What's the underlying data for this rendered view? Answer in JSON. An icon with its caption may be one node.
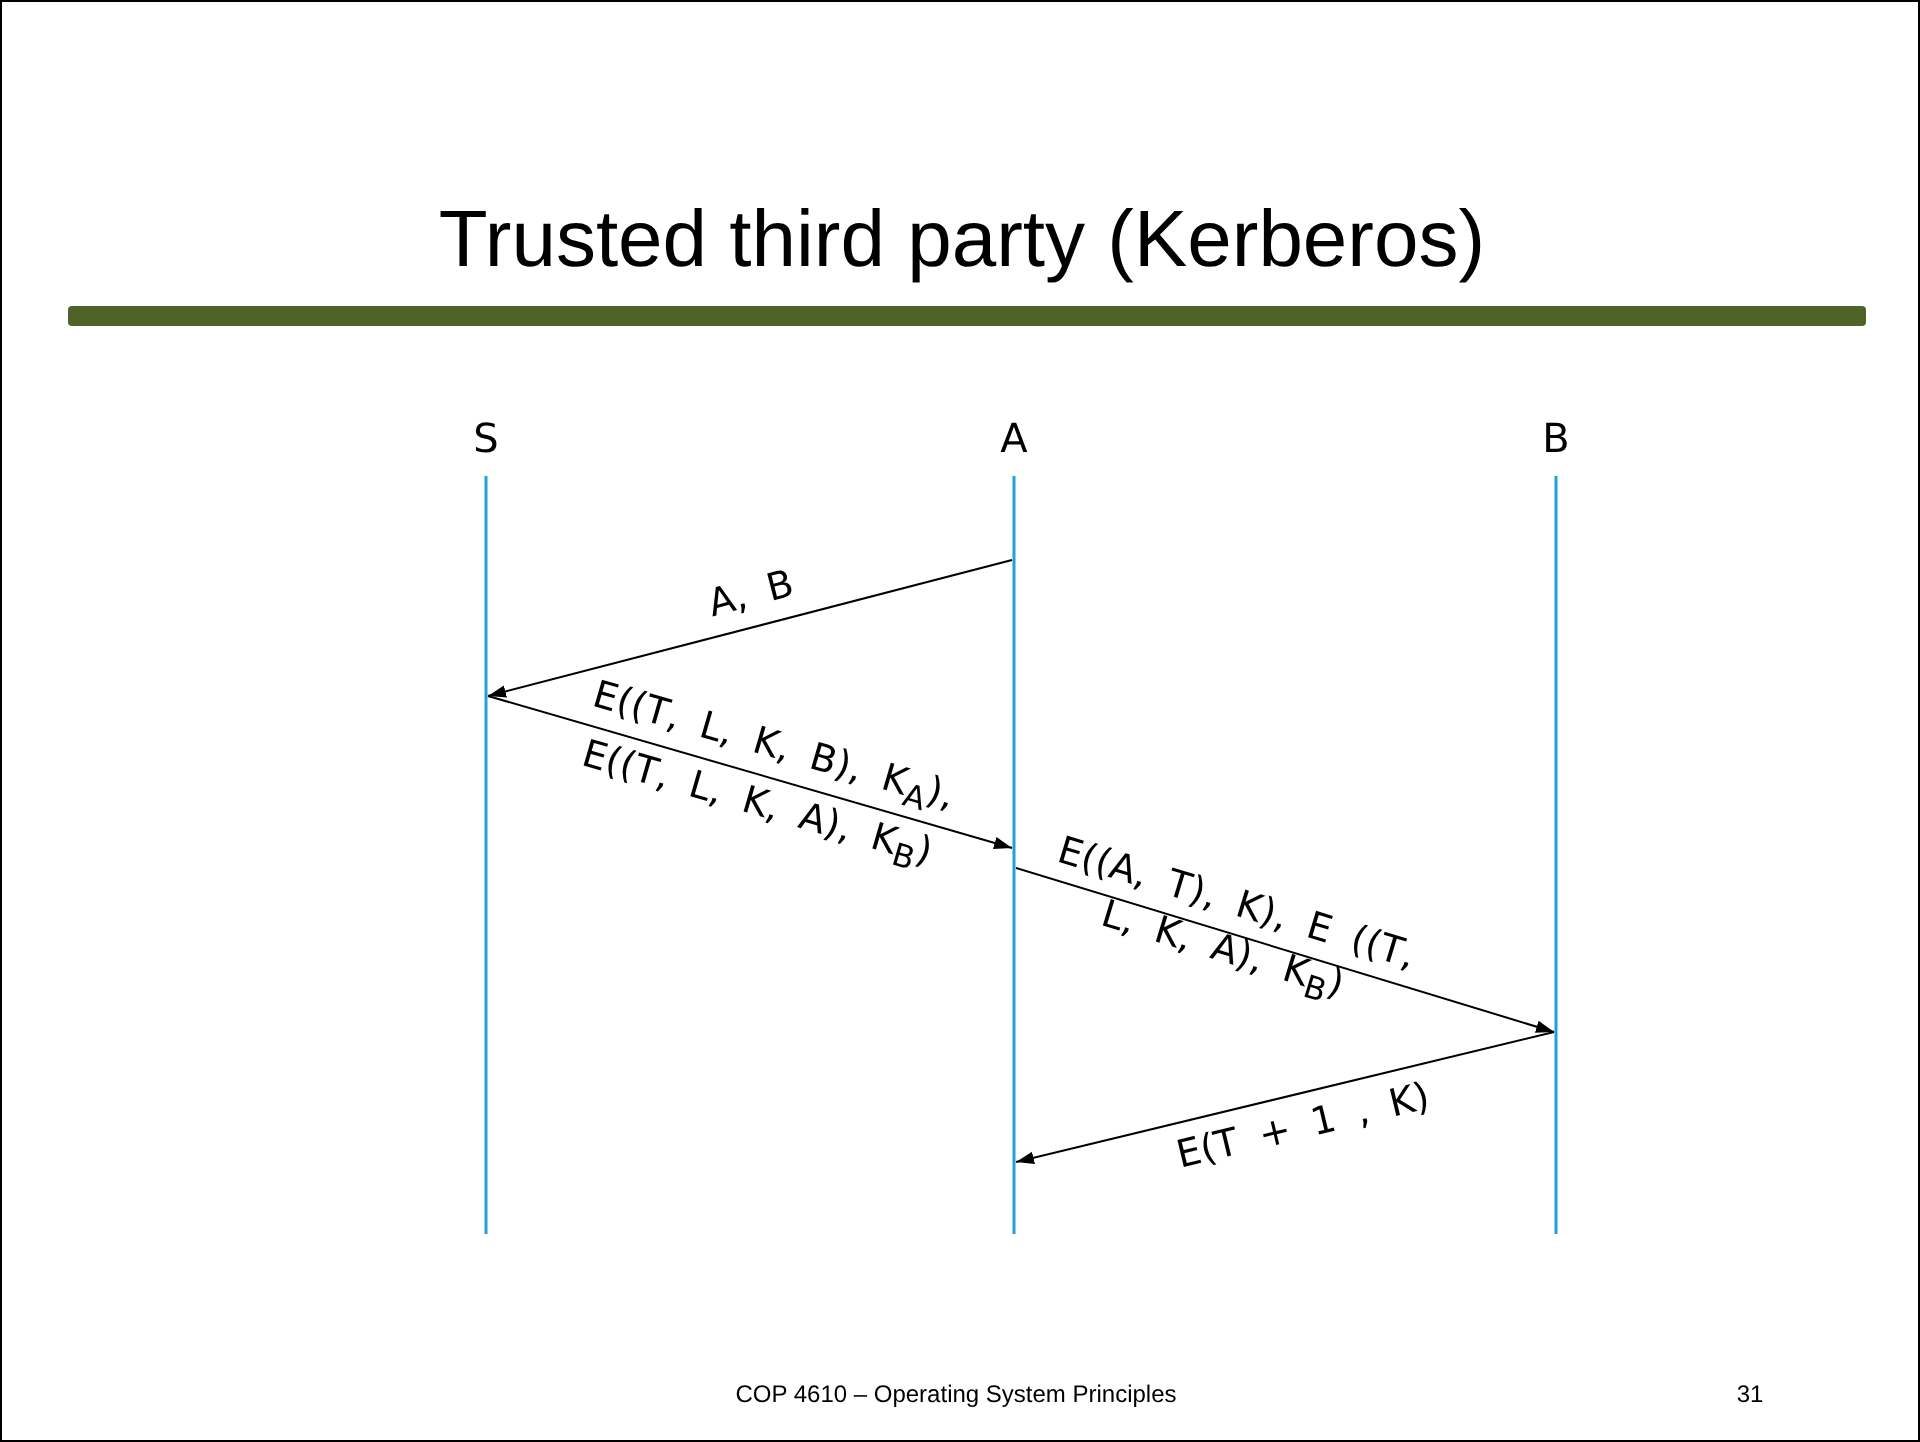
{
  "diagram": {
    "title": "Trusted third party (Kerberos)",
    "nodes": [
      {
        "text": [
          "S"
        ]
      },
      {
        "text": [
          "A"
        ]
      },
      {
        "text": [
          "B"
        ]
      }
    ],
    "edges": [
      {
        "from": 1,
        "to": 0,
        "arrow": "to",
        "label": "A, B"
      },
      {
        "from": 0,
        "to": 1,
        "arrow": "to",
        "label": "E((T, L, K, B), K$_{A}$), E((T, L, K, A), K$_{B}$)"
      },
      {
        "from": 1,
        "to": 2,
        "arrow": "to",
        "label": "E((A, T), K), E ((T, L, K, A), K$_{B}$)"
      },
      {
        "from": 2,
        "to": 1,
        "arrow": "to",
        "label": "E(T + 1 , K)"
      }
    ],
    "labels": [
      "COP 4610 – Operating System Principles",
      "31"
    ]
  }
}
